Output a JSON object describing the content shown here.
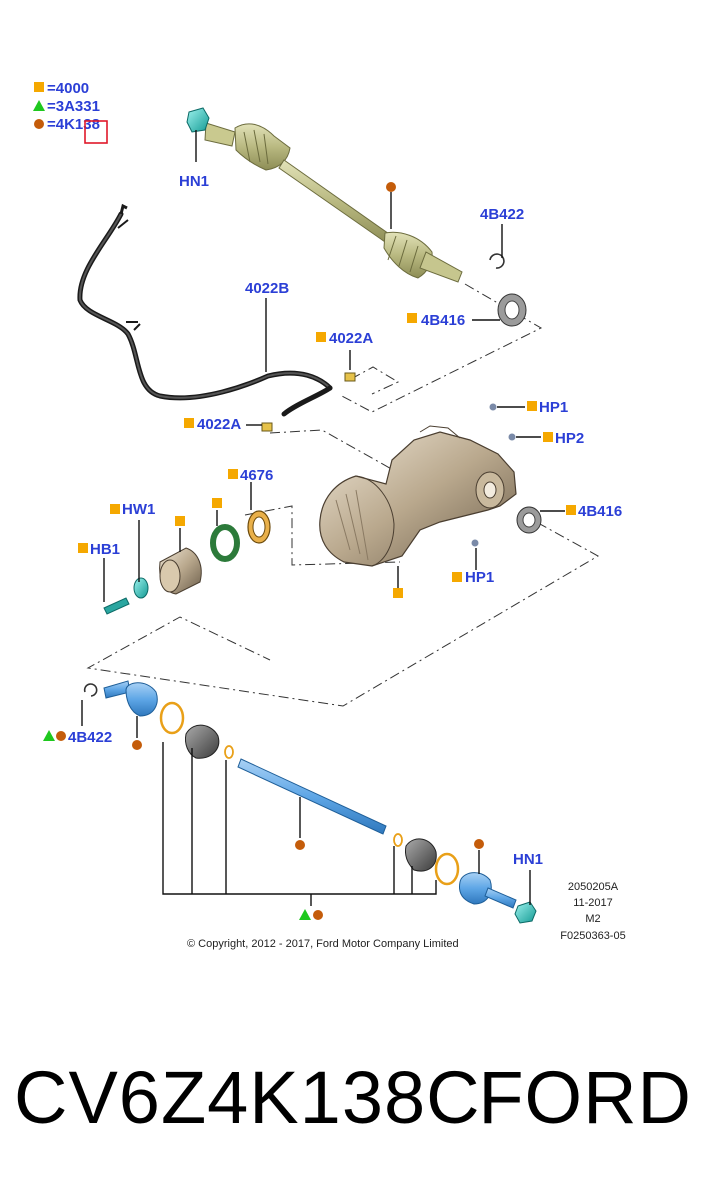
{
  "legend": [
    {
      "symbol": "square",
      "text": "=4000"
    },
    {
      "symbol": "triangle",
      "text": "=3A331"
    },
    {
      "symbol": "circle",
      "text": "=4K138"
    }
  ],
  "callouts": {
    "hn1_top": "HN1",
    "c_4b422_top": "4B422",
    "c_4022b": "4022B",
    "c_4022a_right": "4022A",
    "c_4b416_top": "4B416",
    "c_4022a_left": "4022A",
    "hp1_top": "HP1",
    "hp2": "HP2",
    "c_4676": "4676",
    "hw1": "HW1",
    "c_4b416_right": "4B416",
    "hb1": "HB1",
    "hp1_bottom": "HP1",
    "c_4b422_bottom": "4B422",
    "hn1_bottom": "HN1"
  },
  "figure_info": [
    "2050205A",
    "11-2017",
    "M2",
    "F0250363-05"
  ],
  "copyright": "© Copyright, 2012 - 2017, Ford Motor Company Limited",
  "part_number": "CV6Z4K138C",
  "brand": "FORD",
  "colors": {
    "label_blue": "#2b3fd6",
    "square_orange": "#f5a800",
    "circle_brown": "#c45c0a",
    "triangle_green": "#1ec81e",
    "highlight_red": "#e0182a"
  }
}
